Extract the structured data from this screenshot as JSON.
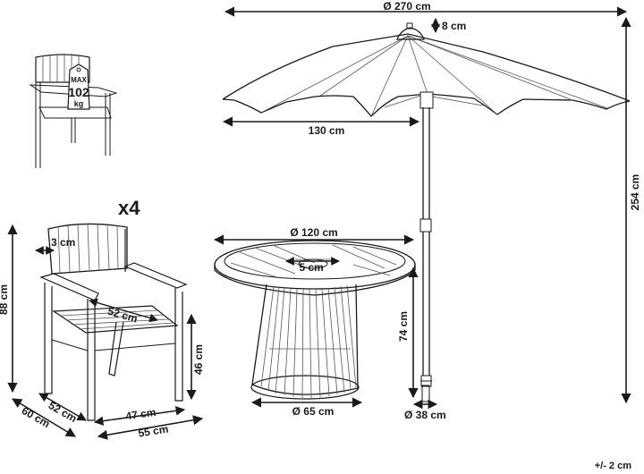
{
  "umbrella": {
    "diameter": "Ø 270 cm",
    "finial": "8 cm",
    "canopy_radius": "130 cm",
    "height": "254 cm",
    "base": "Ø 38 cm"
  },
  "table": {
    "top_diameter": "Ø 120 cm",
    "hole": "5 cm",
    "height": "74 cm",
    "base_diameter": "Ø 65 cm"
  },
  "chair": {
    "quantity": "x4",
    "max_label": "MAX",
    "max_value": "102",
    "max_unit": "kg",
    "backrest_thickness": "3 cm",
    "seat_width": "52 cm",
    "height": "88 cm",
    "seat_height": "46 cm",
    "seat_depth": "52 cm",
    "depth": "60 cm",
    "inner_width": "47 cm",
    "width": "55 cm"
  },
  "tolerance": "+/- 2 cm"
}
